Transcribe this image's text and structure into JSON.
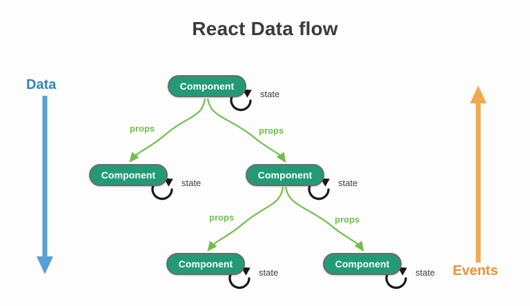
{
  "diagram": {
    "title": "React Data flow",
    "background_color": "#fdfdfd",
    "type": "flow-tree"
  },
  "colors": {
    "component_fill": "#239a76",
    "component_border": "#6b6b6b",
    "component_text": "#ffffff",
    "props_green": "#71be4b",
    "data_blue": "#3184c0",
    "events_orange": "#ef9033",
    "events_arrow_orange": "#f0a94e",
    "state_black": "#1a1a1a",
    "title_gray": "#3b3b3b"
  },
  "rails": {
    "data": {
      "label": "Data",
      "direction": "down",
      "color": "#3184c0",
      "icon": "down-arrow-icon"
    },
    "events": {
      "label": "Events",
      "direction": "up",
      "color": "#ef9033",
      "icon": "up-arrow-icon"
    }
  },
  "nodes": [
    {
      "id": "root",
      "label": "Component",
      "level": 0,
      "state_label": "state"
    },
    {
      "id": "l1-a",
      "label": "Component",
      "level": 1,
      "state_label": "state"
    },
    {
      "id": "l1-b",
      "label": "Component",
      "level": 1,
      "state_label": "state"
    },
    {
      "id": "l2-a",
      "label": "Component",
      "level": 2,
      "state_label": "state"
    },
    {
      "id": "l2-b",
      "label": "Component",
      "level": 2,
      "state_label": "state"
    }
  ],
  "edges": [
    {
      "id": "e1",
      "from": "root",
      "to": "l1-a",
      "label": "props"
    },
    {
      "id": "e2",
      "from": "root",
      "to": "l1-b",
      "label": "props"
    },
    {
      "id": "e3",
      "from": "l1-b",
      "to": "l2-a",
      "label": "props"
    },
    {
      "id": "e4",
      "from": "l1-b",
      "to": "l2-b",
      "label": "props"
    }
  ],
  "icons": {
    "state_loop": "circular-arrow-icon",
    "props_arrow": "curved-arrow-icon"
  }
}
